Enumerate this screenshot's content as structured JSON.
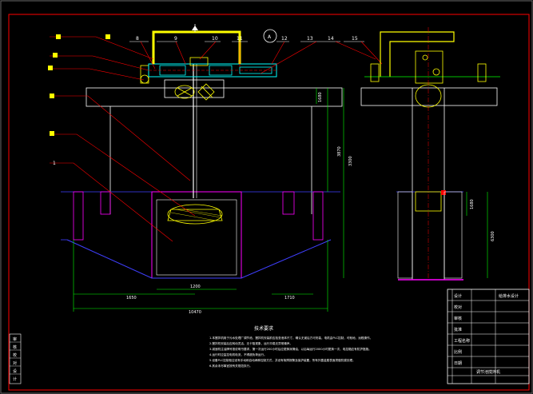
{
  "drawing": {
    "part_numbers": [
      "8",
      "9",
      "10",
      "11",
      "12",
      "13",
      "14",
      "15"
    ],
    "left_callout": "1",
    "detail_mark": "A",
    "dimensions": {
      "d1": "1680",
      "d2": "3870",
      "d3": "3300",
      "d4": "1680",
      "d5": "6300",
      "w_inner": "1200",
      "w_a": "1650",
      "w_b": "1710",
      "w_total": "10470"
    },
    "notes_title": "技术要求",
    "notes": [
      "1.本搅拌机用于污水处理厂调节池，搅拌机安装前应检查池体尺寸，确认无误后方可安装，电机由PLC控制，可就地、远程操作。",
      "2.搅拌机安装后应转动灵活，无卡阻现象，运行平稳无异常噪声。",
      "3.减速机注油牌号按说明书要求，第一次运行200小时后应更换润滑油，以后每运行2000小时更换一次，电控箱应有防护措施。",
      "4.运行时应监控电机电流，不得超负荷运行。",
      "5.设备PLC控制柜应设有手动和自动两种控制方式，并设有故障报警及保护装置，所有外露金属表面须做防腐处理。",
      "6.其余未尽事宜按有关规范执行。"
    ]
  },
  "title_block": {
    "drawing_name": "调节池搅拌机",
    "company": "给排水设计",
    "rows": [
      "设计",
      "校对",
      "审核",
      "批准",
      "工程名称",
      "比例",
      "日期"
    ]
  },
  "left_strip": [
    "审",
    "核",
    "校",
    "对",
    "设",
    "计"
  ]
}
